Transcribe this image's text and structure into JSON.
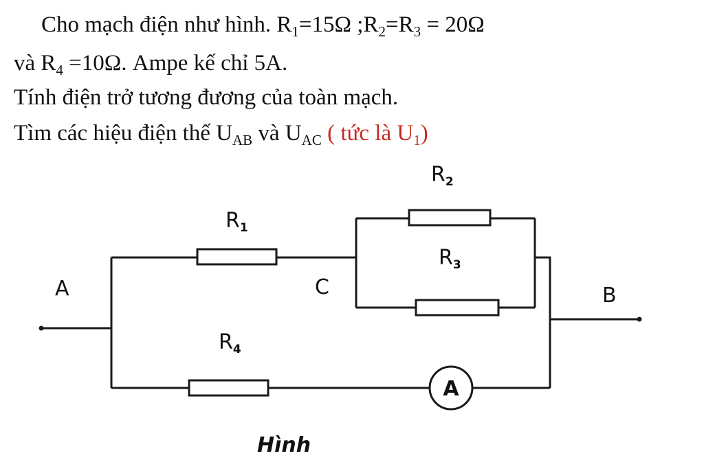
{
  "problem": {
    "line1": {
      "text": "Cho mạch điện như hình.",
      "r1": "R",
      "r1_sub": "1",
      "r1_val": "=15Ω ;",
      "r2": "R",
      "r2_sub": "2",
      "eq": "=",
      "r3": "R",
      "r3_sub": "3",
      "r23_val": " = 20Ω"
    },
    "line2": {
      "text": "và",
      "r4": "R",
      "r4_sub": "4",
      "rest": " =10Ω. Ampe kế chỉ 5A."
    },
    "line3": "Tính điện trở tương đương của toàn mạch.",
    "line4": {
      "text": "Tìm các hiệu điện thế",
      "uab": "U",
      "uab_sub": "AB",
      "and": "và",
      "uac": "U",
      "uac_sub": "AC",
      "note_pre": "( tức là",
      "u1": "U",
      "u1_sub": "1",
      "note_post": ")"
    }
  },
  "circuit": {
    "node_a": "A",
    "node_b": "B",
    "node_c": "C",
    "r1": {
      "main": "R",
      "sub": "1"
    },
    "r2": {
      "main": "R",
      "sub": "2"
    },
    "r3": {
      "main": "R",
      "sub": "3"
    },
    "r4": {
      "main": "R",
      "sub": "4"
    },
    "ammeter": "A",
    "caption": "Hình"
  },
  "colors": {
    "text": "#111111",
    "note": "#c8281e",
    "wire": "#1a1a1a"
  }
}
